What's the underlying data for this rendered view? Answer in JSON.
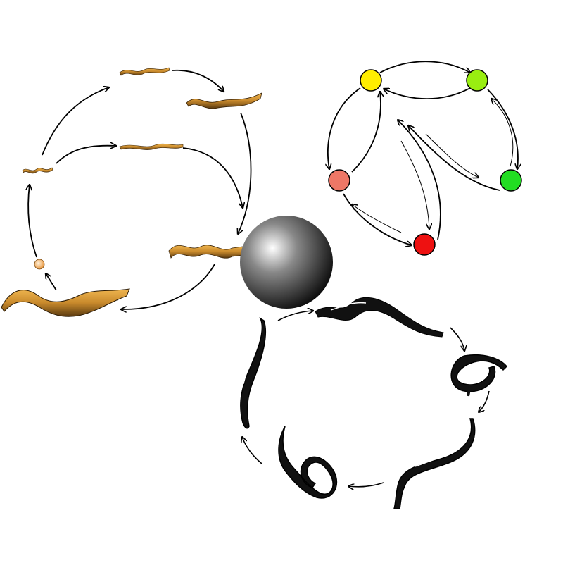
{
  "colors": {
    "background": "#ffffff",
    "arrow": "#000000",
    "worm_brown": "#c98a2c",
    "worm_black": "#111111",
    "egg": "#f4a04a",
    "sphere": "#333333"
  },
  "panels": {
    "brown_worm_cycle": {
      "stages": [
        "egg",
        "tiny-larva",
        "small-larva",
        "larva-lower",
        "medium-larva",
        "adult-worm",
        "large-worm"
      ]
    },
    "state_graph": {
      "nodes": [
        {
          "id": "yellow",
          "color": "#ffee00"
        },
        {
          "id": "lime",
          "color": "#99ee11"
        },
        {
          "id": "salmon",
          "color": "#ee7766"
        },
        {
          "id": "green",
          "color": "#22dd22"
        },
        {
          "id": "red",
          "color": "#ee1111"
        }
      ]
    },
    "black_worm_cycle": {
      "stages": [
        "straight-worm",
        "coiled-worm",
        "curved-worm",
        "bent-worm",
        "vertical-worm"
      ]
    }
  }
}
